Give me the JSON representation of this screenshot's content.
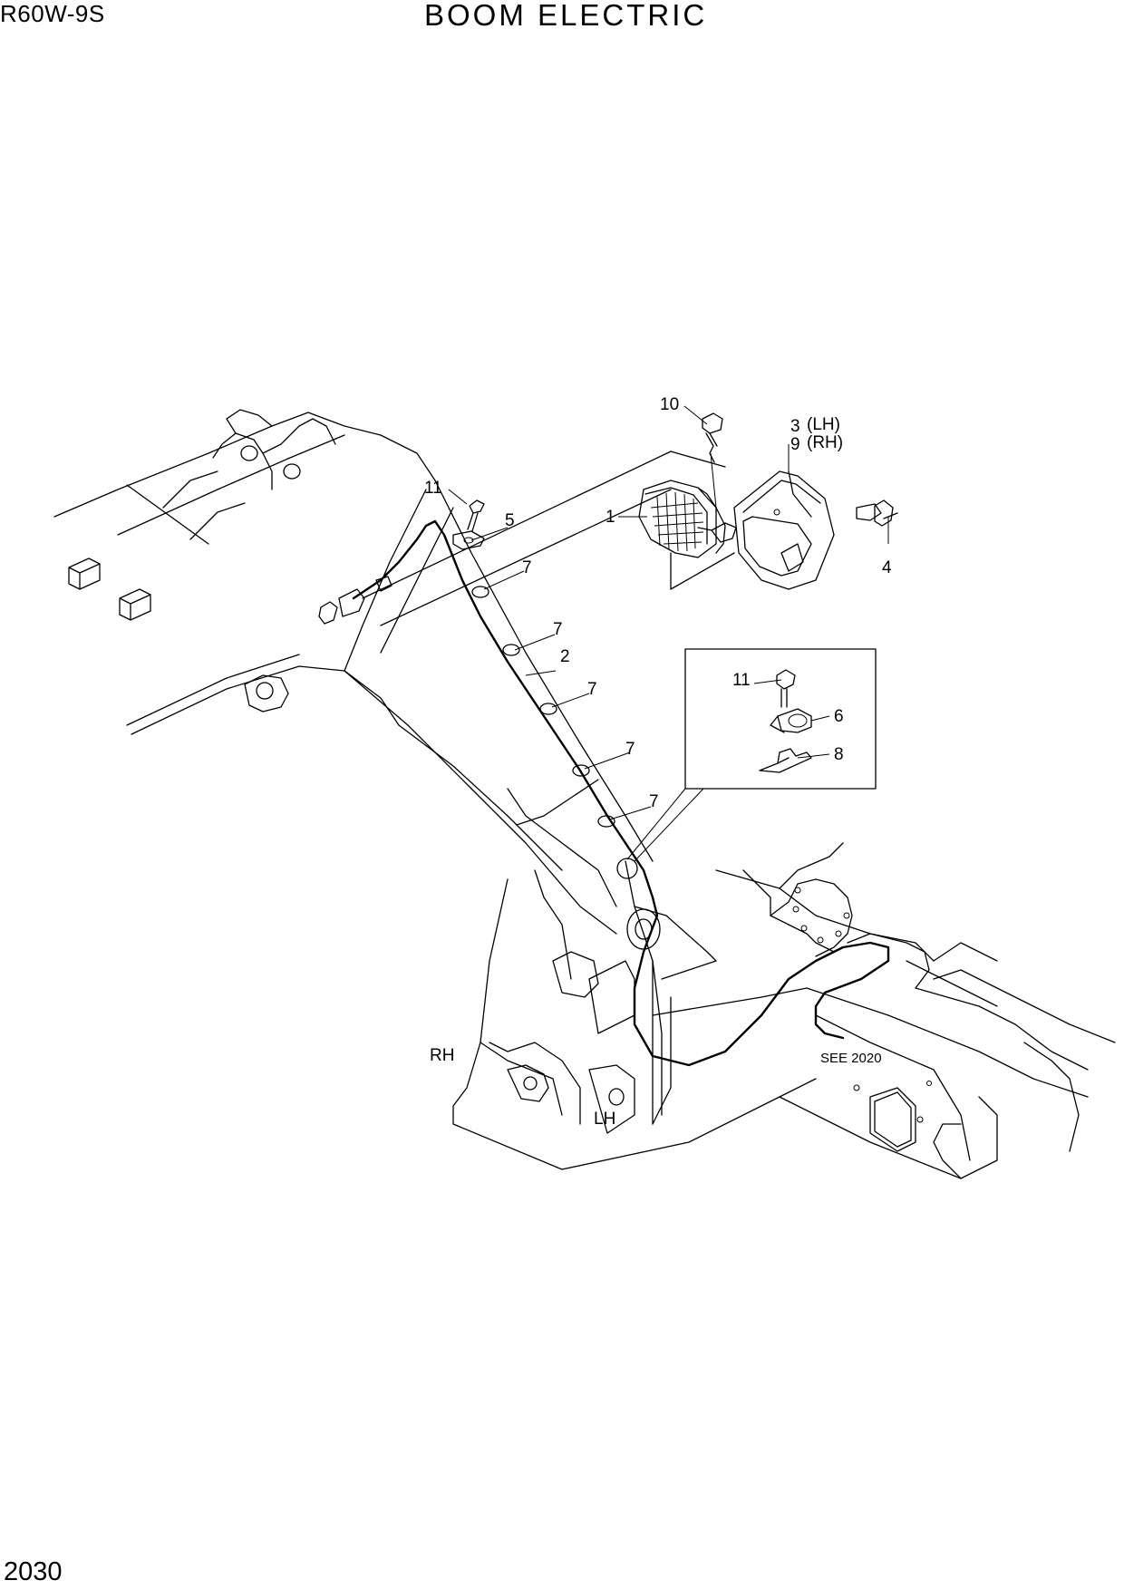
{
  "header": {
    "model": "R60W-9S",
    "title": "BOOM ELECTRIC"
  },
  "footer": {
    "page_number": "2030"
  },
  "diagram": {
    "callouts": {
      "c1": "1",
      "c2": "2",
      "c3": "3",
      "c3_note": "(LH)",
      "c9": "9",
      "c9_note": "(RH)",
      "c4": "4",
      "c5": "5",
      "c6": "6",
      "c7a": "7",
      "c7b": "7",
      "c7c": "7",
      "c7d": "7",
      "c7e": "7",
      "c8": "8",
      "c10": "10",
      "c11a": "11",
      "c11b": "11"
    },
    "side_labels": {
      "rh": "RH",
      "lh": "LH"
    },
    "reference": "SEE 2020"
  }
}
